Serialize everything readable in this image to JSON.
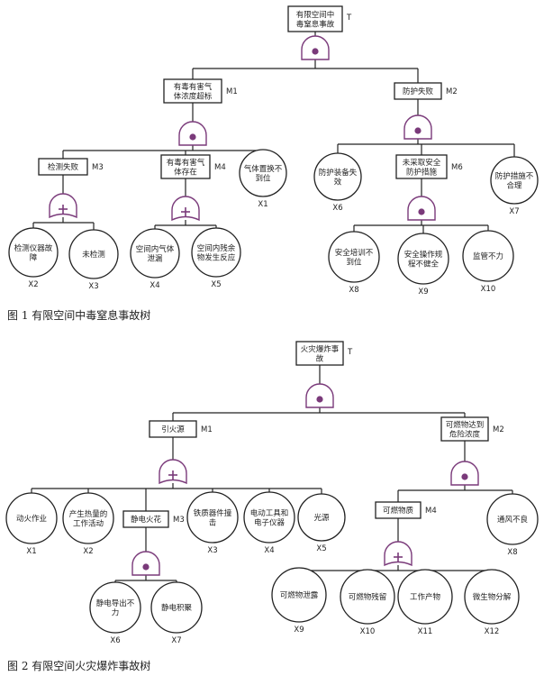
{
  "figures": [
    {
      "caption": "图 1 有限空间中毒窒息事故树",
      "events": [
        {
          "id": "top1",
          "type": "box",
          "lines": [
            "有限空间中",
            "毒窒息事故"
          ],
          "code": "T"
        },
        {
          "id": "m1",
          "type": "box",
          "lines": [
            "有毒有害气",
            "体浓度超标"
          ],
          "code": "M1"
        },
        {
          "id": "m2",
          "type": "box",
          "lines": [
            "防护失败"
          ],
          "code": "M2"
        },
        {
          "id": "m3",
          "type": "box",
          "lines": [
            "检测失败"
          ],
          "code": "M3"
        },
        {
          "id": "m4",
          "type": "box",
          "lines": [
            "有毒有害气",
            "体存在"
          ],
          "code": "M4"
        },
        {
          "id": "x1",
          "type": "circle",
          "lines": [
            "气体置换不",
            "到位"
          ],
          "code": "X1"
        },
        {
          "id": "x6",
          "type": "circle",
          "lines": [
            "防护装备失",
            "效"
          ],
          "code": "X6"
        },
        {
          "id": "m6",
          "type": "box",
          "lines": [
            "未采取安全",
            "防护措施"
          ],
          "code": "M6"
        },
        {
          "id": "x7",
          "type": "circle",
          "lines": [
            "防护措施不",
            "合理"
          ],
          "code": "X7"
        },
        {
          "id": "x2",
          "type": "circle",
          "lines": [
            "检测仪器故",
            "障"
          ],
          "code": "X2"
        },
        {
          "id": "x3",
          "type": "circle",
          "lines": [
            "未检测"
          ],
          "code": "X3"
        },
        {
          "id": "x4",
          "type": "circle",
          "lines": [
            "空间内气体",
            "泄漏"
          ],
          "code": "X4"
        },
        {
          "id": "x5",
          "type": "circle",
          "lines": [
            "空间内残余",
            "物发生反应"
          ],
          "code": "X5"
        },
        {
          "id": "x8",
          "type": "circle",
          "lines": [
            "安全培训不",
            "到位"
          ],
          "code": "X8"
        },
        {
          "id": "x9",
          "type": "circle",
          "lines": [
            "安全操作规",
            "程不健全"
          ],
          "code": "X9"
        },
        {
          "id": "x10",
          "type": "circle",
          "lines": [
            "监管不力"
          ],
          "code": "X10"
        }
      ],
      "gates": [
        {
          "parent": "top1",
          "type": "and",
          "children": [
            "m1",
            "m2"
          ]
        },
        {
          "parent": "m1",
          "type": "and",
          "children": [
            "m3",
            "m4",
            "x1"
          ]
        },
        {
          "parent": "m2",
          "type": "and",
          "children": [
            "x6",
            "m6",
            "x7"
          ]
        },
        {
          "parent": "m3",
          "type": "or",
          "children": [
            "x2",
            "x3"
          ]
        },
        {
          "parent": "m4",
          "type": "or",
          "children": [
            "x4",
            "x5"
          ]
        },
        {
          "parent": "m6",
          "type": "and",
          "children": [
            "x8",
            "x9",
            "x10"
          ]
        }
      ]
    },
    {
      "caption": "图 2 有限空间火灾爆炸事故树",
      "events": [
        {
          "id": "top2",
          "type": "box",
          "lines": [
            "火灾爆炸事",
            "故"
          ],
          "code": "T"
        },
        {
          "id": "b_m1",
          "type": "box",
          "lines": [
            "引火源"
          ],
          "code": "M1"
        },
        {
          "id": "b_m2",
          "type": "box",
          "lines": [
            "可燃物达到",
            "危险浓度"
          ],
          "code": "M2"
        },
        {
          "id": "b_x1",
          "type": "circle",
          "lines": [
            "动火作业"
          ],
          "code": "X1"
        },
        {
          "id": "b_x2",
          "type": "circle",
          "lines": [
            "产生热量的",
            "工作活动"
          ],
          "code": "X2"
        },
        {
          "id": "b_m3",
          "type": "box",
          "lines": [
            "静电火花"
          ],
          "code": "M3"
        },
        {
          "id": "b_x3",
          "type": "circle",
          "lines": [
            "铁质器件撞",
            "击"
          ],
          "code": "X3"
        },
        {
          "id": "b_x4",
          "type": "circle",
          "lines": [
            "电动工具和",
            "电子仪器"
          ],
          "code": "X4"
        },
        {
          "id": "b_x5",
          "type": "circle",
          "lines": [
            "光源"
          ],
          "code": "X5"
        },
        {
          "id": "b_m4",
          "type": "box",
          "lines": [
            "可燃物质"
          ],
          "code": "M4"
        },
        {
          "id": "b_x8",
          "type": "circle",
          "lines": [
            "通风不良"
          ],
          "code": "X8"
        },
        {
          "id": "b_x6",
          "type": "circle",
          "lines": [
            "静电导出不",
            "力"
          ],
          "code": "X6"
        },
        {
          "id": "b_x7",
          "type": "circle",
          "lines": [
            "静电积聚"
          ],
          "code": "X7"
        },
        {
          "id": "b_x9",
          "type": "circle",
          "lines": [
            "可燃物泄露"
          ],
          "code": "X9"
        },
        {
          "id": "b_x10",
          "type": "circle",
          "lines": [
            "可燃物残留"
          ],
          "code": "X10"
        },
        {
          "id": "b_x11",
          "type": "circle",
          "lines": [
            "工作产物"
          ],
          "code": "X11"
        },
        {
          "id": "b_x12",
          "type": "circle",
          "lines": [
            "微生物分解"
          ],
          "code": "X12"
        }
      ],
      "gates": [
        {
          "parent": "top2",
          "type": "and",
          "children": [
            "b_m1",
            "b_m2"
          ]
        },
        {
          "parent": "b_m1",
          "type": "or",
          "children": [
            "b_x1",
            "b_x2",
            "b_m3",
            "b_x3",
            "b_x4",
            "b_x5"
          ]
        },
        {
          "parent": "b_m2",
          "type": "and",
          "children": [
            "b_m4",
            "b_x8"
          ]
        },
        {
          "parent": "b_m3",
          "type": "and",
          "children": [
            "b_x6",
            "b_x7"
          ]
        },
        {
          "parent": "b_m4",
          "type": "or",
          "children": [
            "b_x9",
            "b_x10",
            "b_x11",
            "b_x12"
          ]
        }
      ]
    }
  ]
}
